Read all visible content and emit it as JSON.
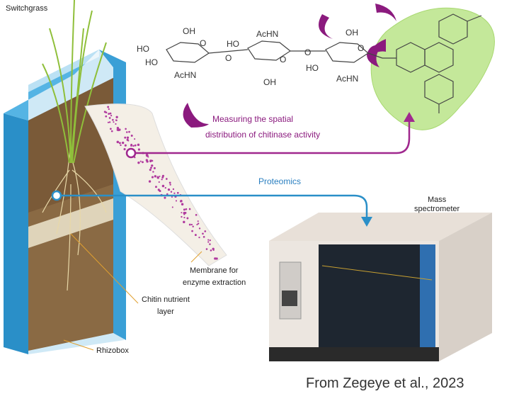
{
  "labels": {
    "switchgrass": "Switchgrass",
    "measuring_line1": "Measuring the spatial",
    "measuring_line2": "distribution of chitinase activity",
    "proteomics": "Proteomics",
    "mass_spec_line1": "Mass",
    "mass_spec_line2": "spectrometer",
    "membrane_line1": "Membrane for",
    "membrane_line2": "enzyme extraction",
    "chitin_line1": "Chitin nutrient",
    "chitin_line2": "layer",
    "rhizobox": "Rhizobox"
  },
  "molecule": {
    "oh": "OH",
    "ho": "HO",
    "achn": "AcHN",
    "o": "O"
  },
  "caption": "From Zegeye et al., 2023",
  "colors": {
    "purple": "#8b1a7e",
    "blue": "#2a8fc8",
    "green": "#bfe58a",
    "soil": "#8a6a44"
  }
}
